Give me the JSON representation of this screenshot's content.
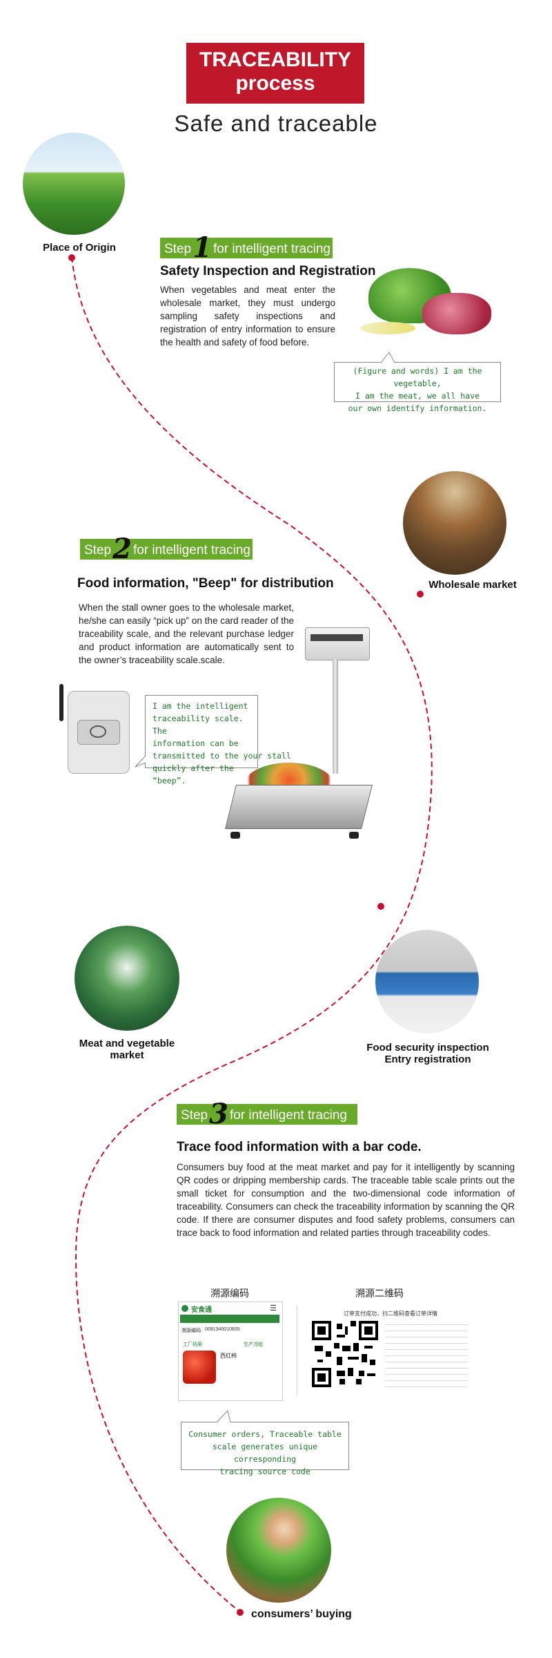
{
  "header": {
    "title_line1": "TRACEABILITY",
    "title_line2": "process",
    "subtitle": "Safe and traceable"
  },
  "locations": {
    "origin": "Place of Origin",
    "wholesale": "Wholesale market",
    "meat_market_line1": "Meat and vegetable",
    "meat_market_line2": "market",
    "inspection_line1": "Food security inspection",
    "inspection_line2": "Entry registration",
    "consumers": "consumers’ buying"
  },
  "step1": {
    "prefix": "Step",
    "number": "1",
    "suffix": "for intelligent tracing",
    "heading": "Safety Inspection and Registration",
    "body": "When vegetables and meat enter the wholesale market, they must undergo sampling safety inspections and registration of entry information to ensure the health and safety of food before.",
    "bubble_line1": "(Figure and words) I am the vegetable,",
    "bubble_line2": "I am the meat, we all have",
    "bubble_line3": "our own identify information."
  },
  "step2": {
    "prefix": "Step",
    "number": "2",
    "suffix": "for intelligent tracing",
    "heading": "Food information, \"Beep\" for distribution",
    "body": "When the stall owner goes to the wholesale market, he/she can easily “pick up” on the card reader of the traceability scale, and the relevant purchase ledger and product information are automatically sent to the owner’s traceability scale.scale.",
    "bubble_line1": "I am the intelligent",
    "bubble_line2": "traceability scale. The",
    "bubble_line3": "information can be",
    "bubble_line4": "transmitted to the your stall",
    "bubble_line5": "quickly after the “beep”."
  },
  "step3": {
    "prefix": "Step",
    "number": "3",
    "suffix": "for intelligent tracing",
    "heading": "Trace food information with a bar code.",
    "body": "Consumers buy food at the meat market and pay for it intelligently by scanning QR codes or dripping membership cards. The traceable table scale prints out the small ticket for consumption and the two-dimensional code information of traceability. Consumers can check the traceability information by scanning the QR code. If there are consumer disputes and food safety problems, consumers can trace back to food information and related parties through traceability codes.",
    "left_panel_title": "溯源编码",
    "right_panel_title": "溯源二维码",
    "app_name": "安食通",
    "trace_label": "溯源编码:",
    "trace_code": "0091340010605",
    "tab_info": "工厂档案",
    "tab_process": "生产流程",
    "product_name": "西红柿",
    "receipt_header": "订单支付成功，扫二维码查看订单详情",
    "bubble_line1": "Consumer orders, Traceable table",
    "bubble_line2": "scale generates unique corresponding",
    "bubble_line3": "tracing source code"
  },
  "colors": {
    "brand_red": "#c0182b",
    "step_green": "#6aaa2a",
    "path_red": "#c8102e",
    "bubble_text": "#1f7a2a"
  }
}
